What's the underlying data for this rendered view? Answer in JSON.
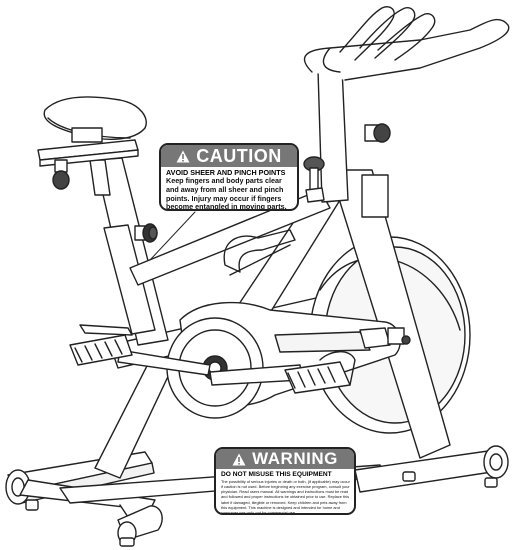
{
  "caution_label": {
    "title": "CAUTION",
    "subtitle": "AVOID SHEER AND PINCH POINTS",
    "body": "Keep fingers and body parts clear and away from all sheer and pinch points. Injury may occur if fingers become entangled in moving parts.",
    "header_color": "#777777"
  },
  "warning_label": {
    "title": "WARNING",
    "subtitle": "DO NOT MISUSE THIS EQUIPMENT",
    "body": "The possibility of serious injuries or death or both, (if applicable) may occur if caution is not used. Before beginning any exercise program, consult your physician. Read users manual. All warnings and instructions must be read and followed and proper instructions be obtained prior to use. Replace this label if damaged, illegible or removed. Keep children and pets away from this equipment. This machine is designed and intended for home and consumer use only, not for commercial use.",
    "header_color": "#777777"
  },
  "icons": [
    "exclamation-triangle-icon"
  ],
  "line_color": "#222222"
}
